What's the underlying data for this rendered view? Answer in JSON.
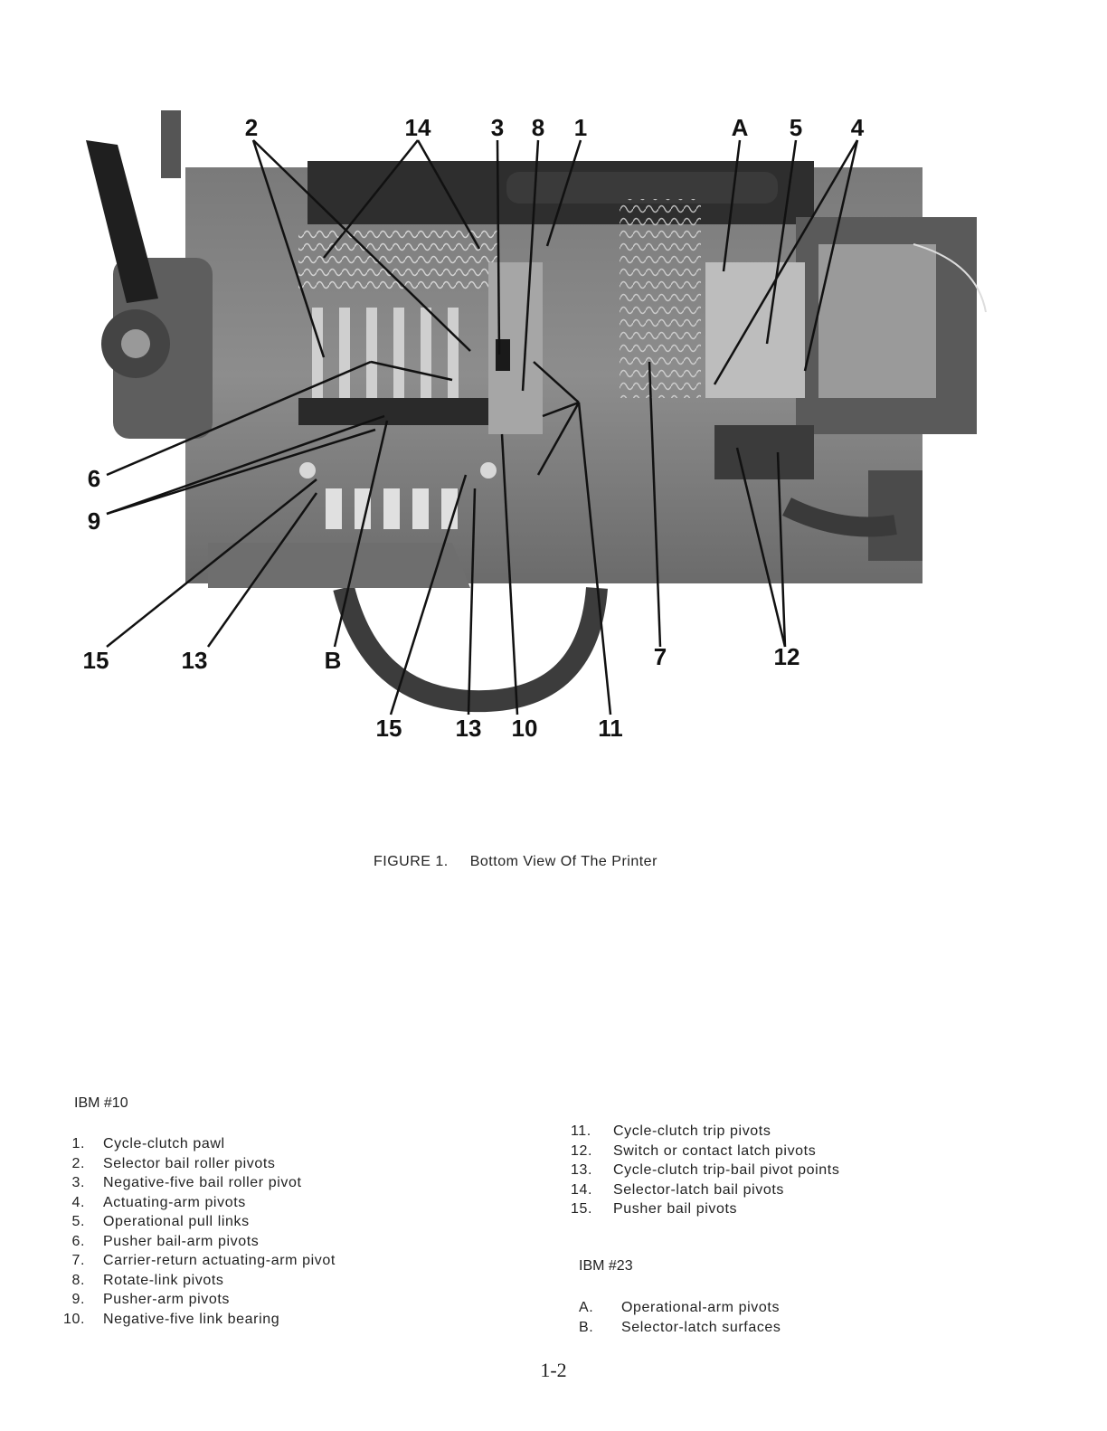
{
  "figure": {
    "callouts": {
      "top": [
        "2",
        "14",
        "3",
        "8",
        "1",
        "A",
        "5",
        "4"
      ],
      "left": [
        "6",
        "9"
      ],
      "bottom_row": [
        "15",
        "13",
        "B",
        "7",
        "12"
      ],
      "lower_row": [
        "15",
        "13",
        "10",
        "11"
      ]
    },
    "caption_label": "FIGURE 1.",
    "caption_title": "Bottom View Of The Printer"
  },
  "legend": {
    "ibm10_heading": "IBM",
    "ibm10_number": "#10",
    "items_left": [
      {
        "num": "1.",
        "text": "Cycle-clutch pawl"
      },
      {
        "num": "2.",
        "text": "Selector bail roller pivots"
      },
      {
        "num": "3.",
        "text": "Negative-five bail roller pivot"
      },
      {
        "num": "4.",
        "text": "Actuating-arm pivots"
      },
      {
        "num": "5.",
        "text": "Operational pull links"
      },
      {
        "num": "6.",
        "text": "Pusher bail-arm pivots"
      },
      {
        "num": "7.",
        "text": "Carrier-return actuating-arm pivot"
      },
      {
        "num": "8.",
        "text": "Rotate-link pivots"
      },
      {
        "num": "9.",
        "text": "Pusher-arm pivots"
      },
      {
        "num": "10.",
        "text": "Negative-five link bearing"
      }
    ],
    "items_right": [
      {
        "num": "11.",
        "text": "Cycle-clutch trip pivots"
      },
      {
        "num": "12.",
        "text": "Switch or contact latch pivots"
      },
      {
        "num": "13.",
        "text": "Cycle-clutch trip-bail pivot points"
      },
      {
        "num": "14.",
        "text": "Selector-latch bail pivots"
      },
      {
        "num": "15.",
        "text": "Pusher bail pivots"
      }
    ],
    "ibm23_heading": "IBM",
    "ibm23_number": "#23",
    "items_ibm23": [
      {
        "num": "A.",
        "text": "Operational-arm pivots"
      },
      {
        "num": "B.",
        "text": "Selector-latch surfaces"
      }
    ]
  },
  "page_number": "1-2"
}
